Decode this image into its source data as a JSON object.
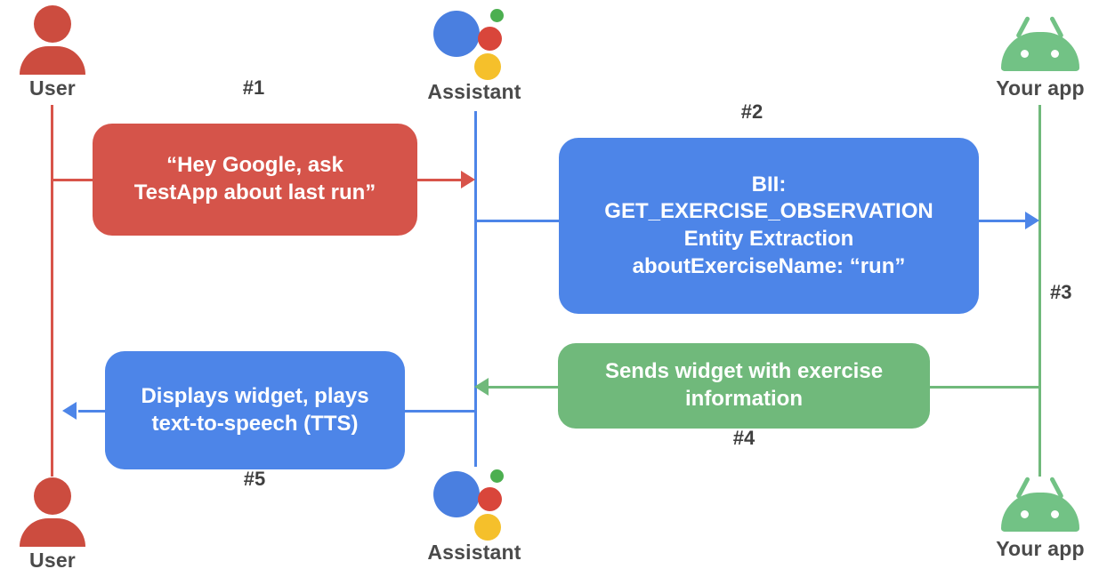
{
  "diagram": {
    "title": "Google Assistant App Actions sequence diagram",
    "colors": {
      "user_red": "#d8544a",
      "assistant_blue": "#4d85e8",
      "app_green": "#70b97b",
      "label_gray": "#3f3f3f"
    }
  },
  "actors": {
    "user_top": {
      "label": "User",
      "icon": "user-avatar-icon"
    },
    "assistant_top": {
      "label": "Assistant",
      "icon": "google-assistant-icon"
    },
    "app_top": {
      "label": "Your app",
      "icon": "android-robot-icon"
    },
    "user_bottom": {
      "label": "User",
      "icon": "user-avatar-icon"
    },
    "assistant_bottom": {
      "label": "Assistant",
      "icon": "google-assistant-icon"
    },
    "app_bottom": {
      "label": "Your app",
      "icon": "android-robot-icon"
    }
  },
  "steps": {
    "one": {
      "number": "#1",
      "text": "“Hey Google, ask\nTestApp about last run”",
      "color": "red"
    },
    "two": {
      "number": "#2",
      "text": "BII:\nGET_EXERCISE_OBSERVATION\nEntity Extraction\naboutExerciseName: “run”",
      "color": "blue"
    },
    "three": {
      "number": "#3",
      "text": "",
      "color": "green"
    },
    "four": {
      "number": "#4",
      "text": "Sends widget with exercise\ninformation",
      "color": "green"
    },
    "five": {
      "number": "#5",
      "text": "Displays widget, plays\ntext-to-speech (TTS)",
      "color": "blue"
    }
  }
}
